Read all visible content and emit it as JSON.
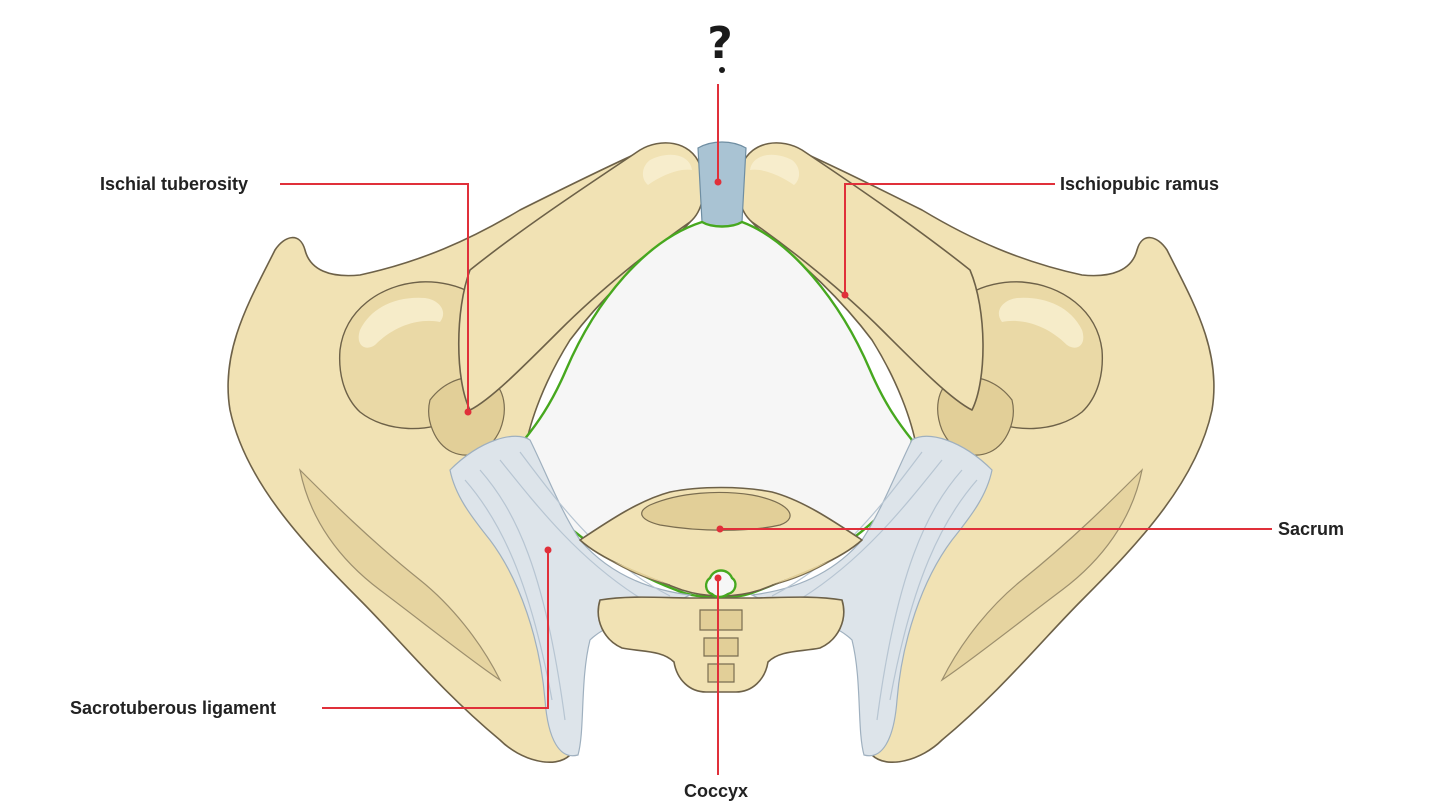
{
  "diagram": {
    "question_mark": "?",
    "labels": {
      "ischial_tuberosity": "Ischial tuberosity",
      "ischiopubic_ramus": "Ischiopubic ramus",
      "sacrum": "Sacrum",
      "sacrotuberous_ligament": "Sacrotuberous ligament",
      "coccyx": "Coccyx"
    },
    "colors": {
      "bone": "#f1e2b4",
      "ligament": "#dde4ea",
      "pubic_symphysis": "#a9c3d3",
      "outlet_outline": "#47a81f",
      "leader_lines": "#e0303a"
    }
  }
}
